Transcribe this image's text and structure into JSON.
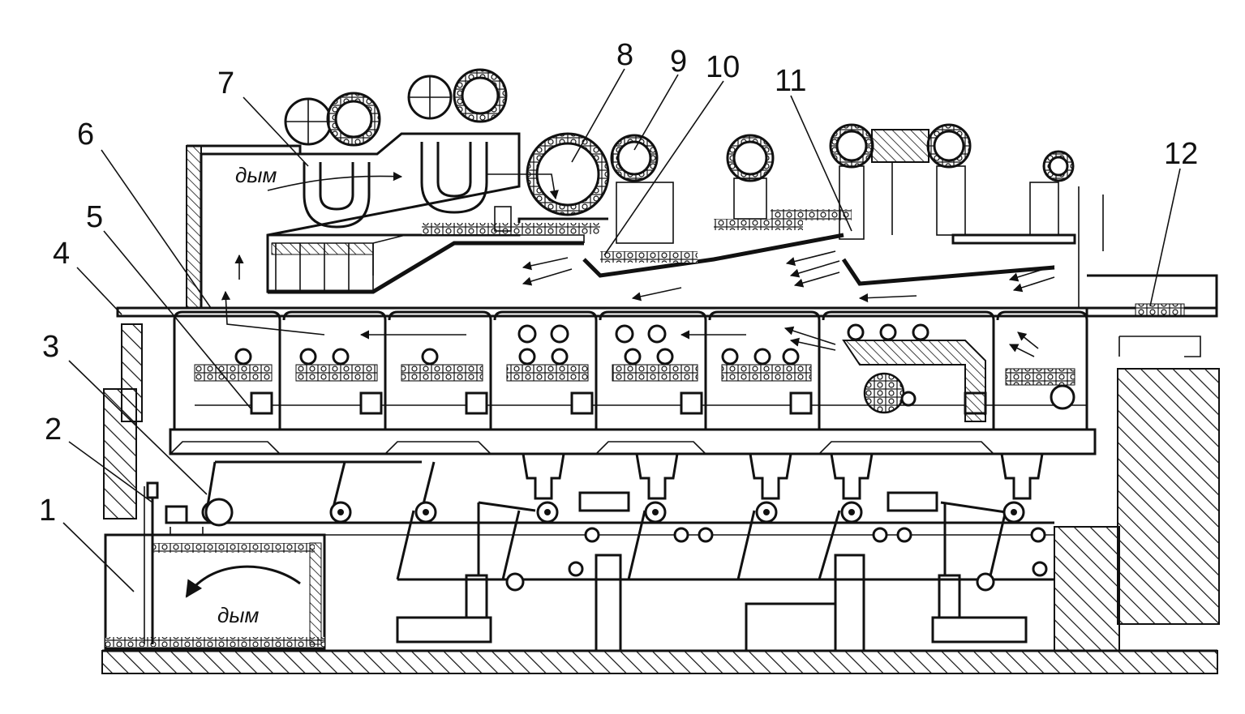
{
  "figure": {
    "callouts": [
      {
        "id": "1",
        "text": "1"
      },
      {
        "id": "2",
        "text": "2"
      },
      {
        "id": "3",
        "text": "3"
      },
      {
        "id": "4",
        "text": "4"
      },
      {
        "id": "5",
        "text": "5"
      },
      {
        "id": "6",
        "text": "6"
      },
      {
        "id": "7",
        "text": "7"
      },
      {
        "id": "8",
        "text": "8"
      },
      {
        "id": "9",
        "text": "9"
      },
      {
        "id": "10",
        "text": "10"
      },
      {
        "id": "11",
        "text": "11"
      },
      {
        "id": "12",
        "text": "12"
      }
    ],
    "flow_labels": {
      "smoke_top": "дым",
      "smoke_bottom": "дым"
    }
  }
}
